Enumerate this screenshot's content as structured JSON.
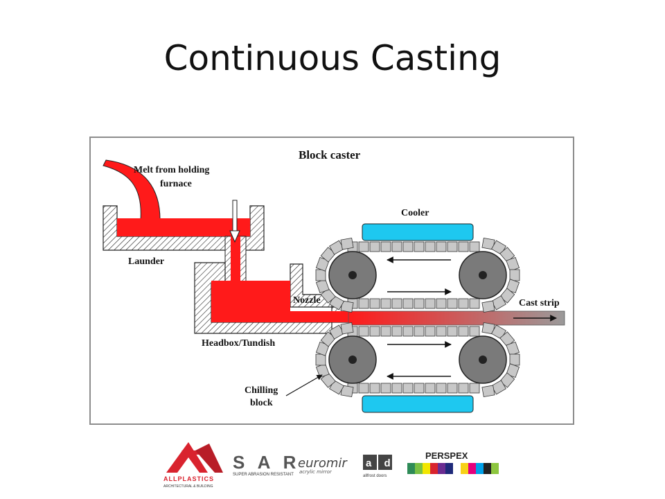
{
  "slide": {
    "title": "Continuous Casting"
  },
  "diagram": {
    "title": "Block caster",
    "labels": {
      "melt_line1": "Melt from holding",
      "melt_line2": "furnace",
      "launder": "Launder",
      "headbox": "Headbox/Tundish",
      "nozzle": "Nozzle",
      "cooler": "Cooler",
      "cast_strip": "Cast strip",
      "chilling_line1": "Chilling",
      "chilling_line2": "block"
    },
    "colors": {
      "melt": "#ff1a1a",
      "cooler": "#1ec8f0",
      "roll": "#7a7a7a",
      "block": "#c8c8c8",
      "strip": "#9a9a9a"
    }
  },
  "logos": {
    "allplastics": {
      "name": "ALLPLASTICS",
      "sub": "ARCHITECTURAL & BUILDING",
      "color": "#d9232e"
    },
    "sar": {
      "name": "S A R",
      "sub": "SUPER ABRASION RESISTANT"
    },
    "euromir": {
      "name": "euromir",
      "sub": "acrylic mirror"
    },
    "ad": {
      "name": "a d",
      "sub": "allfrost doors"
    },
    "perspex": {
      "name": "PERSPEX"
    }
  }
}
